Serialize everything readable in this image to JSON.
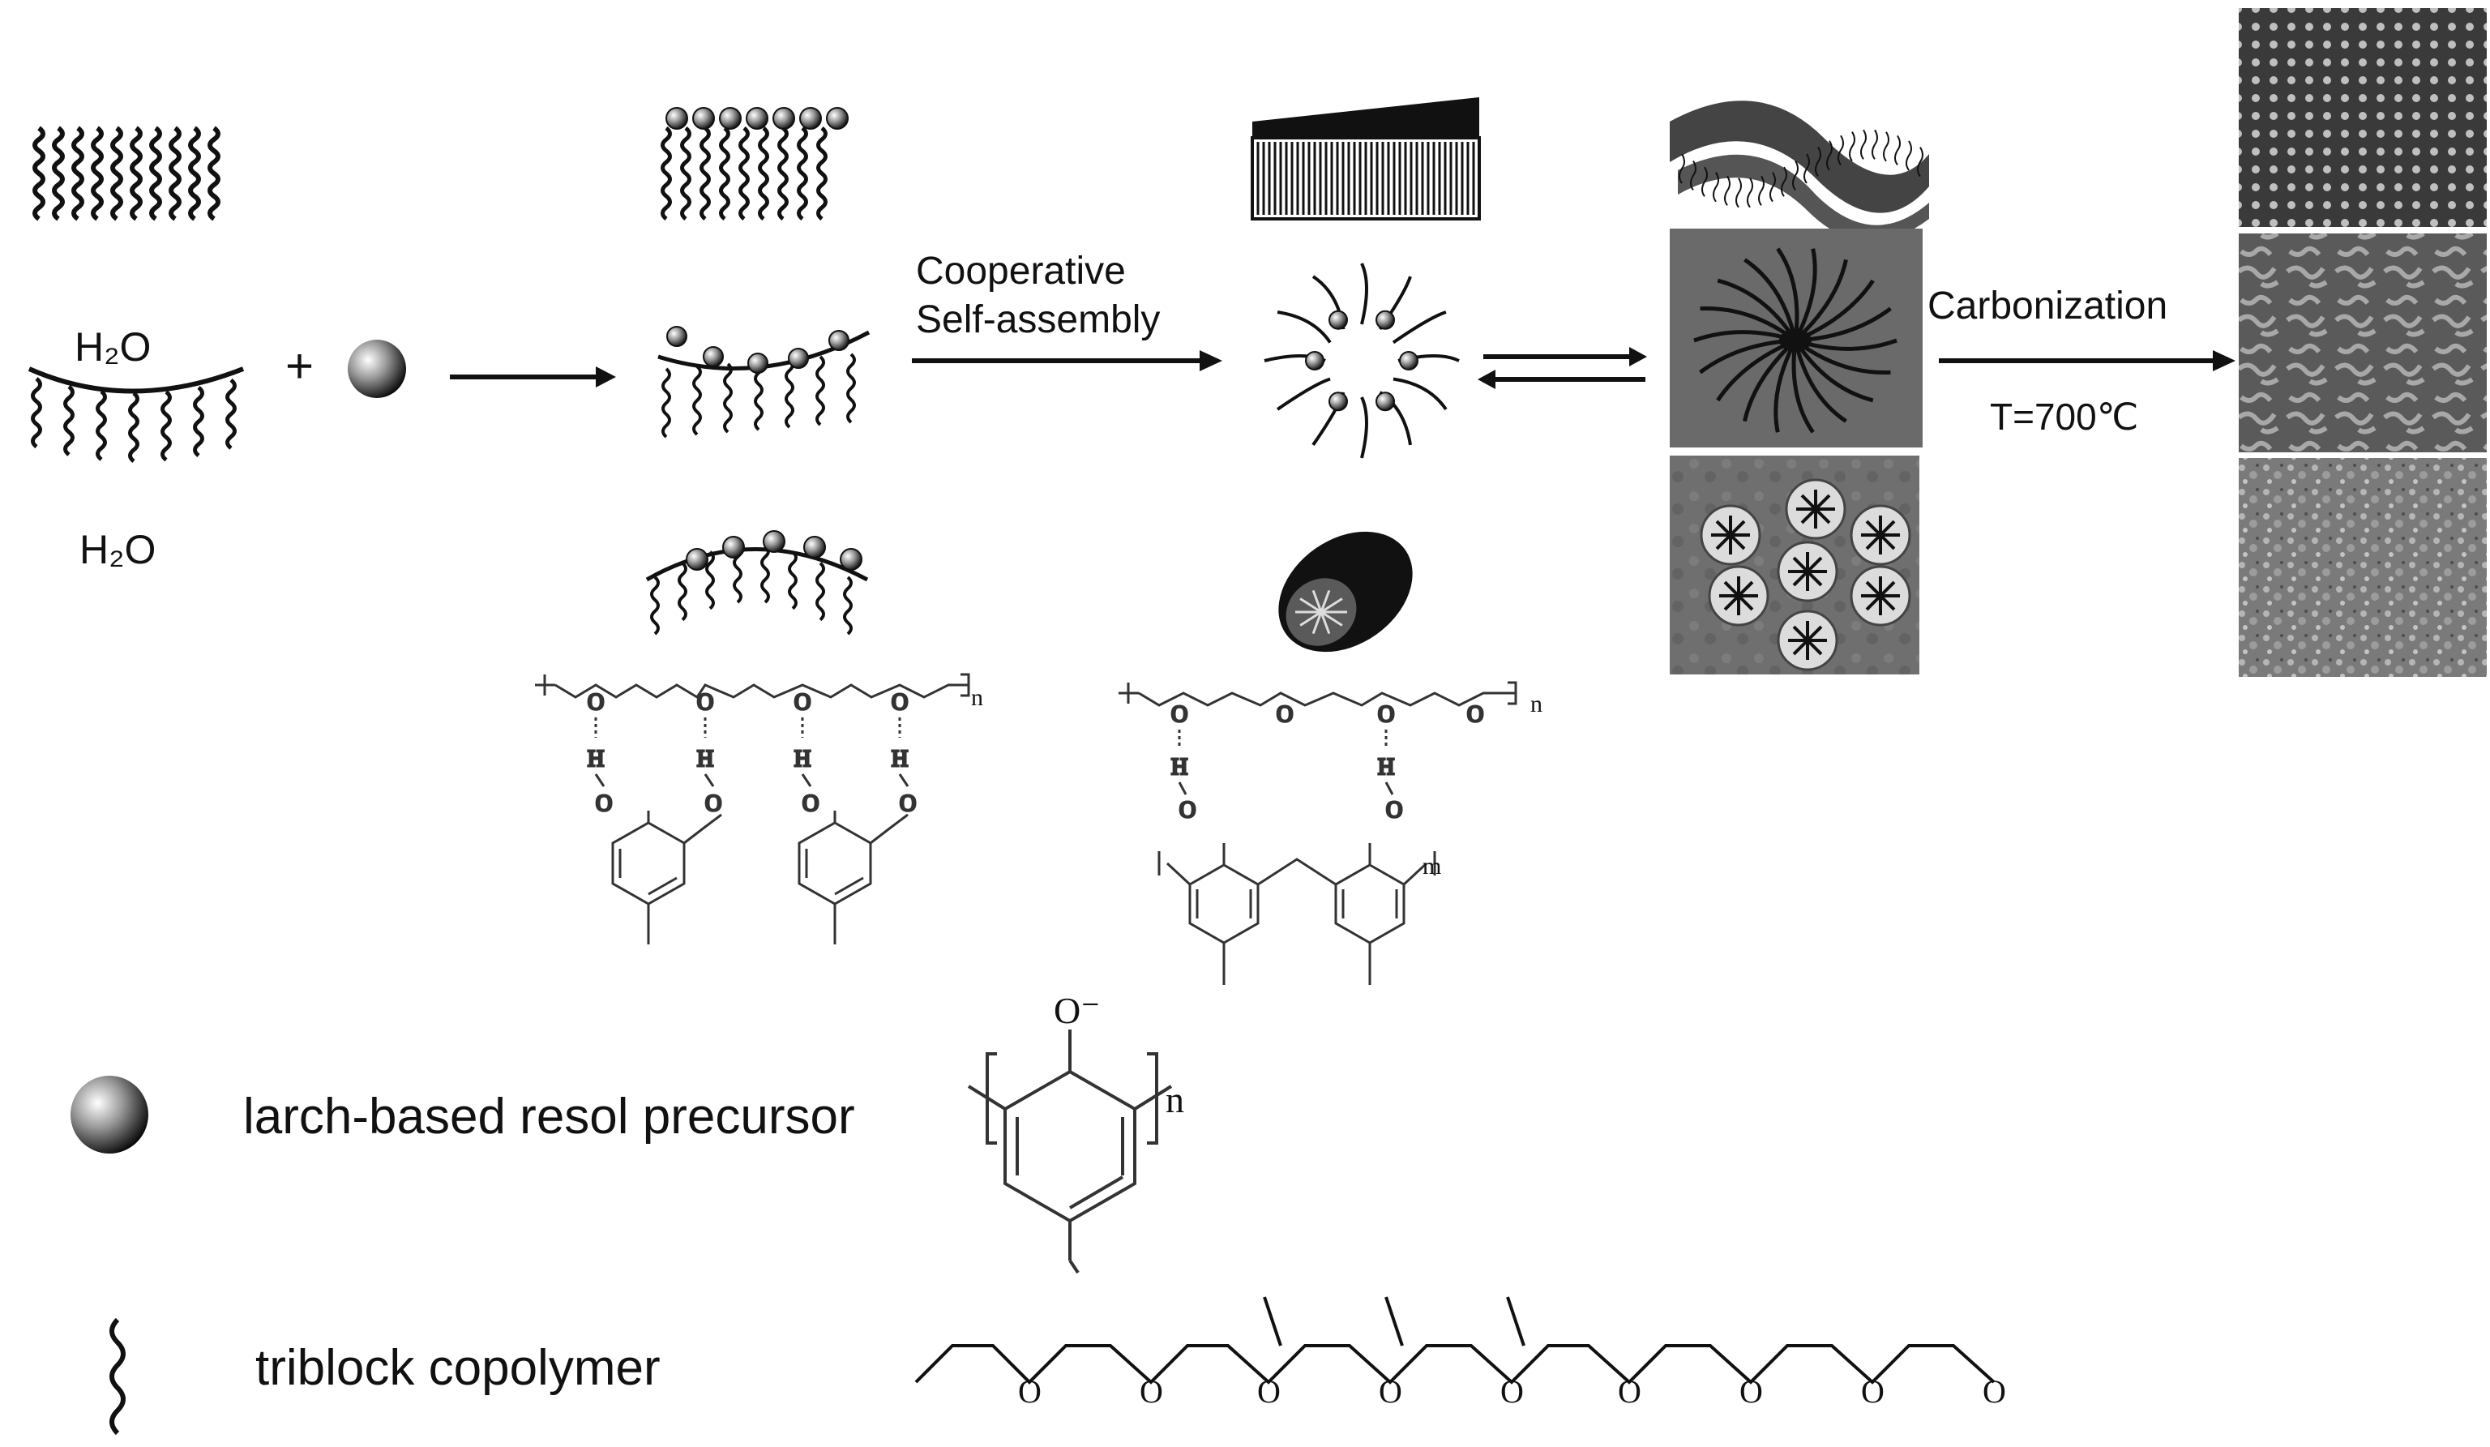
{
  "labels": {
    "water_top": "H₂O",
    "water_bottom": "H₂O",
    "plus": "+",
    "step1_line1": "Cooperative",
    "step1_line2": "Self-assembly",
    "step2": "Carbonization",
    "temperature": "T=700℃"
  },
  "legend": {
    "resol": "larch-based resol precursor",
    "copolymer": "triblock copolymer"
  },
  "chem": {
    "atom_o": "O",
    "atom_h": "H",
    "subscript_n": "n",
    "subscript_m": "m",
    "phenoxide": "O⁻"
  },
  "colors": {
    "ink": "#111111",
    "micrograph_dark": "#3a3a3a",
    "micrograph_light": "#9a9a9a"
  }
}
